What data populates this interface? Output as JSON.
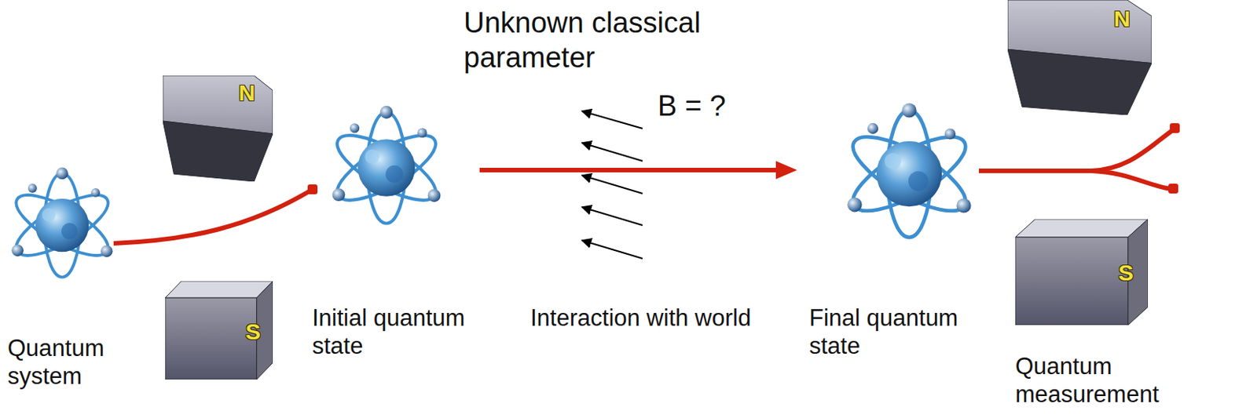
{
  "diagram": {
    "nodes": [
      {
        "text": [
          "N"
        ]
      },
      {
        "text": [
          "S"
        ]
      },
      {
        "text": [
          "N"
        ]
      },
      {
        "text": [
          "S"
        ]
      }
    ],
    "labels": [
      "Unknown classical parameter",
      "B = ?",
      "Quantum system",
      "Initial quantum state",
      "Interaction with world",
      "Final quantum state",
      "Quantum measurement"
    ]
  }
}
